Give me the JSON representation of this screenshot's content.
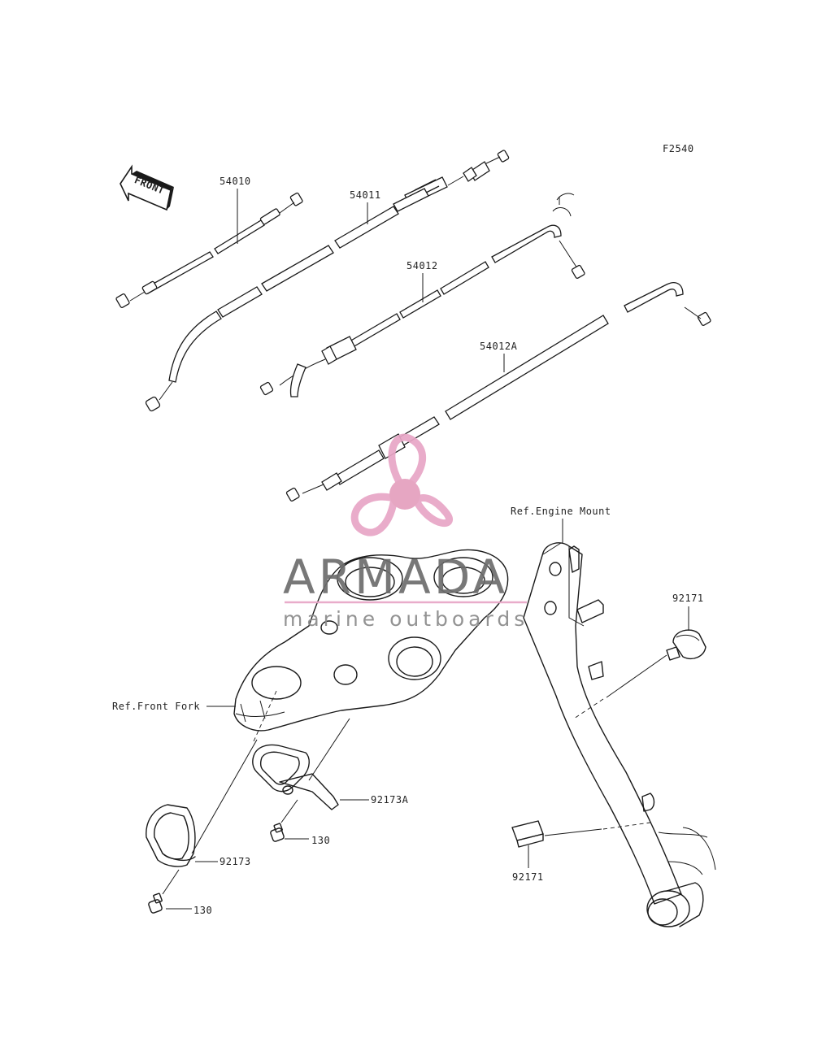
{
  "figure_code": "F2540",
  "front_arrow": {
    "text": "FRONT",
    "icon": "front-direction-arrow-icon"
  },
  "parts": [
    {
      "id": "54010"
    },
    {
      "id": "54011"
    },
    {
      "id": "54012"
    },
    {
      "id": "54012A"
    },
    {
      "id": "92171"
    },
    {
      "id": "92171"
    },
    {
      "id": "92173A"
    },
    {
      "id": "92173"
    },
    {
      "id": "130"
    },
    {
      "id": "130"
    }
  ],
  "references": {
    "engine_mount": "Ref.Engine Mount",
    "front_fork": "Ref.Front Fork"
  },
  "watermark": {
    "brand": "ARMADA",
    "tagline": "marine outboards",
    "logo_icon": "propeller-logo-icon",
    "colors": {
      "pink": "#e8a6c6",
      "dot": "#e49fbd",
      "text": "#6d6d6d"
    }
  }
}
